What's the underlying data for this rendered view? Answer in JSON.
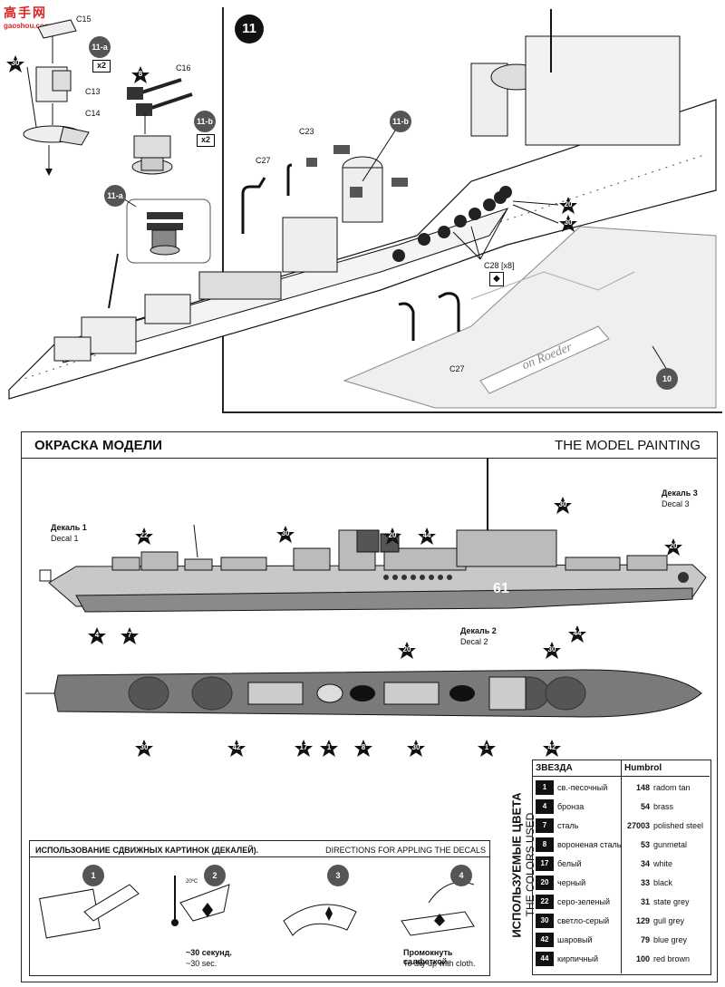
{
  "watermark": {
    "text": "高手网",
    "url": "gaoshou.com"
  },
  "step": {
    "number": "11"
  },
  "subassembly_a": {
    "id": "11-a",
    "qty": "x2",
    "parts": [
      "C15",
      "C13",
      "C14"
    ]
  },
  "subassembly_b": {
    "id": "11-b",
    "qty": "x2",
    "parts": [
      "C16"
    ]
  },
  "step_parts": {
    "c23": "C23",
    "c27": "C27",
    "c28": "C28 [x8]",
    "c27_b": "C27",
    "step_ref_10": "10",
    "hull_text": "on Roeder"
  },
  "painting": {
    "title_ru": "ОКРАСКА МОДЕЛИ",
    "title_en": "THE MODEL PAINTING",
    "decal1_ru": "Декаль 1",
    "decal1_en": "Decal 1",
    "decal2_ru": "Декаль 2",
    "decal2_en": "Decal 2",
    "decal3_ru": "Декаль 3",
    "decal3_en": "Decal 3",
    "hull_number": "61"
  },
  "callouts": {
    "side": [
      "22",
      "30",
      "20",
      "44",
      "30",
      "20",
      "4",
      "7",
      "44"
    ],
    "top": [
      "20",
      "30",
      "30",
      "42",
      "17",
      "1",
      "8",
      "30",
      "1",
      "42"
    ],
    "assembly": [
      "30",
      "8",
      "20",
      "30"
    ]
  },
  "colors": {
    "vertical_ru": "ИСПОЛЬЗУЕМЫЕ ЦВЕТА",
    "vertical_en": "THE COLORS USED",
    "header_star": "ЗВЕЗДА",
    "header_brand": "Humbrol",
    "rows": [
      {
        "n": "1",
        "ru": "св.-песочный",
        "code": "148",
        "en": "radom tan"
      },
      {
        "n": "4",
        "ru": "бронза",
        "code": "54",
        "en": "brass"
      },
      {
        "n": "7",
        "ru": "сталь",
        "code": "27003",
        "en": "polished steel"
      },
      {
        "n": "8",
        "ru": "вороненая сталь",
        "code": "53",
        "en": "gunmetal"
      },
      {
        "n": "17",
        "ru": "белый",
        "code": "34",
        "en": "white"
      },
      {
        "n": "20",
        "ru": "черный",
        "code": "33",
        "en": "black"
      },
      {
        "n": "22",
        "ru": "серо-зеленый",
        "code": "31",
        "en": "state grey"
      },
      {
        "n": "30",
        "ru": "светло-серый",
        "code": "129",
        "en": "gull grey"
      },
      {
        "n": "42",
        "ru": "шаровый",
        "code": "79",
        "en": "blue grey"
      },
      {
        "n": "44",
        "ru": "кирпичный",
        "code": "100",
        "en": "red brown"
      }
    ]
  },
  "decals": {
    "title_ru": "ИСПОЛЬЗОВАНИЕ СДВИЖНЫХ КАРТИНОК (ДЕКАЛЕЙ).",
    "title_en": "DIRECTIONS FOR APPLING THE DECALS",
    "steps": [
      "1",
      "2",
      "3",
      "4"
    ],
    "temp": "20ºC",
    "step2_ru": "~30 секунд.",
    "step2_en": "~30 sec.",
    "step4_ru": "Промокнуть салфеткой.",
    "step4_en": "To dry up with cloth."
  },
  "palette": {
    "hull_grey": "#c8c8c8",
    "deck_grey": "#7a7a7a",
    "dark": "#333333",
    "waterline": "#8a8a8a"
  }
}
